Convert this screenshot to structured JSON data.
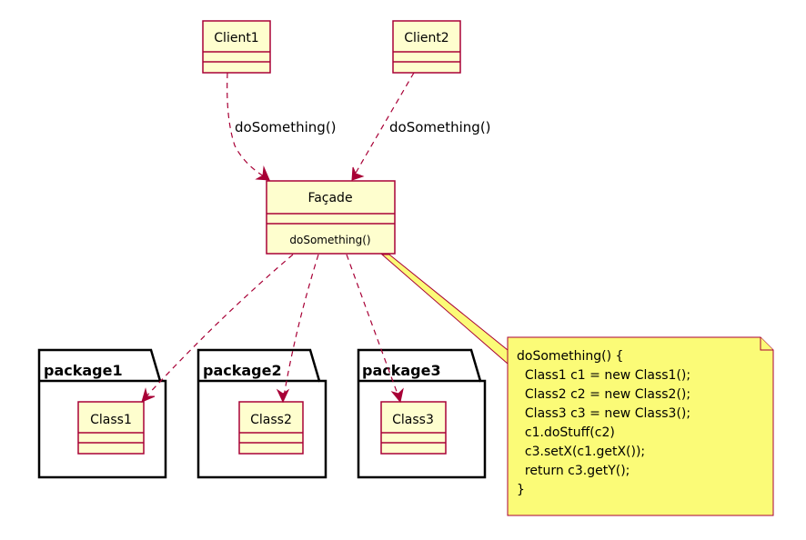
{
  "colors": {
    "class_fill": "#FEFECE",
    "class_border": "#A80036",
    "arrow": "#A80036",
    "note_fill": "#FBFB77",
    "package_border": "#000000"
  },
  "clients": [
    {
      "name": "Client1"
    },
    {
      "name": "Client2"
    }
  ],
  "facade": {
    "name": "Façade",
    "method": "doSomething()"
  },
  "edge_labels": {
    "client1_to_facade": "doSomething()",
    "client2_to_facade": "doSomething()"
  },
  "packages": [
    {
      "name": "package1",
      "class_name": "Class1"
    },
    {
      "name": "package2",
      "class_name": "Class2"
    },
    {
      "name": "package3",
      "class_name": "Class3"
    }
  ],
  "note": {
    "lines": [
      "doSomething() {",
      "  Class1 c1 = new Class1();",
      "  Class2 c2 = new Class2();",
      "  Class3 c3 = new Class3();",
      "  c1.doStuff(c2)",
      "  c3.setX(c1.getX());",
      "  return c3.getY();",
      "}"
    ]
  }
}
